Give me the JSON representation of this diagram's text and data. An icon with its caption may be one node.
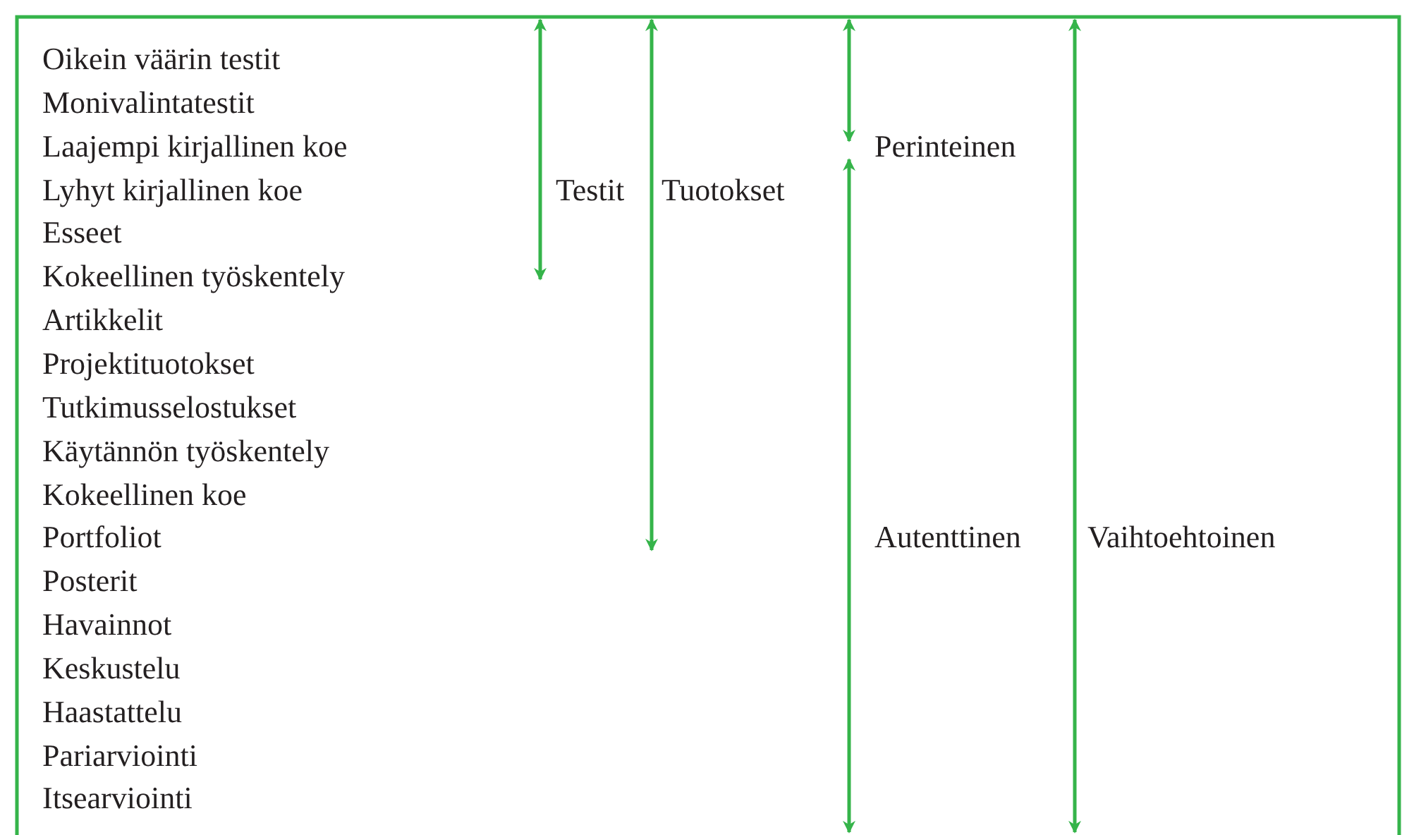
{
  "diagram": {
    "labels": [
      "Oikein väärin testit",
      "Monivalintatestit",
      "Laajempi kirjallinen koe",
      "Perinteinen",
      "Lyhyt kirjallinen koe",
      "Testit",
      "Tuotokset",
      "Esseet",
      "Kokeellinen työskentely",
      "Artikkelit",
      "Projektituotokset",
      "Tutkimusselostukset",
      "Käytännön työskentely",
      "Kokeellinen koe",
      "Portfoliot",
      "Autenttinen",
      "Vaihtoehtoinen",
      "Posterit",
      "Havainnot",
      "Keskustelu",
      "Haastattelu",
      "Pariarviointi",
      "Itsearviointi"
    ]
  }
}
